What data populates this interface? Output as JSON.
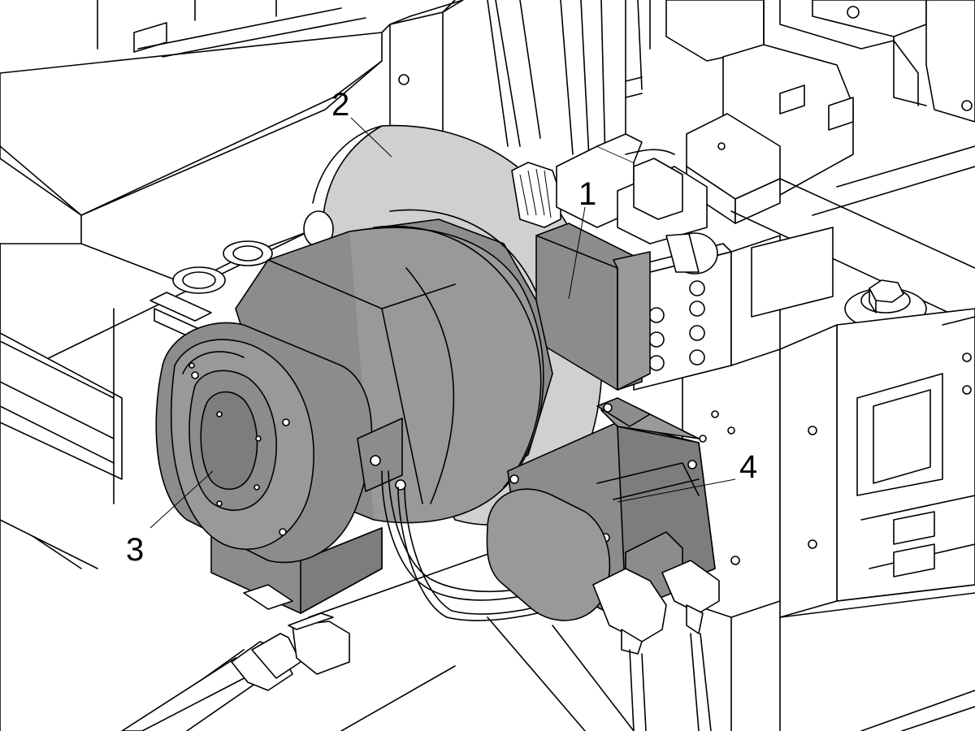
{
  "callouts": [
    {
      "id": "1",
      "label": "1"
    },
    {
      "id": "2",
      "label": "2"
    },
    {
      "id": "3",
      "label": "3"
    },
    {
      "id": "4",
      "label": "4"
    }
  ],
  "colors": {
    "line": "#000000",
    "background": "#ffffff",
    "highlight_dark": "#8c8c8c",
    "highlight_light": "#d0d0d0"
  }
}
